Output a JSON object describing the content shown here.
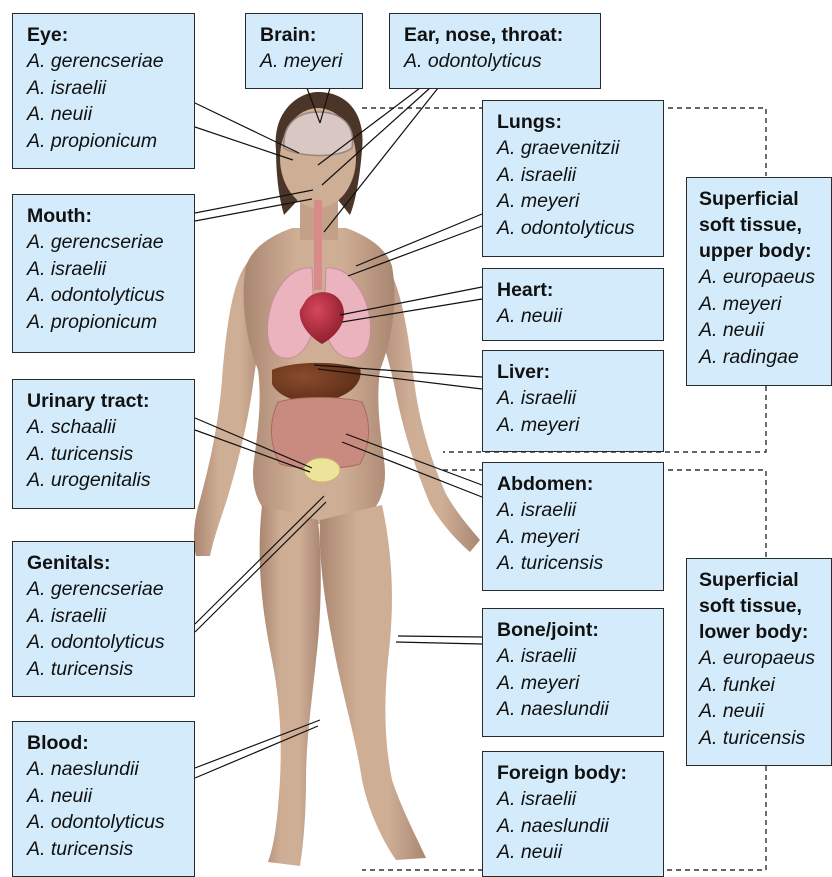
{
  "boxes": {
    "eye": {
      "title": "Eye:",
      "species": [
        "A. gerencseriae",
        "A. israelii",
        "A. neuii",
        "A. propionicum"
      ]
    },
    "brain": {
      "title": "Brain:",
      "species": [
        "A. meyeri"
      ]
    },
    "ent": {
      "title": "Ear, nose, throat:",
      "species": [
        "A. odontolyticus"
      ]
    },
    "lungs": {
      "title": "Lungs:",
      "species": [
        "A. graevenitzii",
        "A. israelii",
        "A. meyeri",
        "A. odontolyticus"
      ]
    },
    "mouth": {
      "title": "Mouth:",
      "species": [
        "A. gerencseriae",
        "A. israelii",
        "A. odontolyticus",
        "A. propionicum"
      ]
    },
    "heart": {
      "title": "Heart:",
      "species": [
        "A. neuii"
      ]
    },
    "liver": {
      "title": "Liver:",
      "species": [
        "A. israelii",
        "A. meyeri"
      ]
    },
    "urinary": {
      "title": "Urinary tract:",
      "species": [
        "A. schaalii",
        "A. turicensis",
        "A. urogenitalis"
      ]
    },
    "abdomen": {
      "title": "Abdomen:",
      "species": [
        "A. israelii",
        "A. meyeri",
        "A. turicensis"
      ]
    },
    "genitals": {
      "title": "Genitals:",
      "species": [
        "A. gerencseriae",
        "A. israelii",
        "A. odontolyticus",
        "A. turicensis"
      ]
    },
    "bone": {
      "title": "Bone/joint:",
      "species": [
        "A. israelii",
        "A. meyeri",
        "A. naeslundii"
      ]
    },
    "blood": {
      "title": "Blood:",
      "species": [
        "A. naeslundii",
        "A. neuii",
        "A. odontolyticus",
        "A. turicensis"
      ]
    },
    "foreign": {
      "title": "Foreign body:",
      "species": [
        "A. israelii",
        "A. naeslundii",
        "A. neuii"
      ]
    },
    "upper": {
      "title": "Superficial soft tissue, upper body:",
      "species": [
        "A. europaeus",
        "A. meyeri",
        "A. neuii",
        "A. radingae"
      ]
    },
    "lower": {
      "title": "Superficial soft tissue, lower body:",
      "species": [
        "A. europaeus",
        "A. funkei",
        "A. neuii",
        "A. turicensis"
      ]
    }
  },
  "colors": {
    "box_fill": "#d3ebfa",
    "box_border": "#2a2a2a",
    "skin": "#c9a68d",
    "skin_shadow": "#a98670",
    "hair": "#4a3528",
    "lungs": "#eab3bd",
    "heart": "#a9283a",
    "liver": "#6e3a20",
    "intestine": "#c98a7f",
    "bladder": "#eee39a"
  }
}
